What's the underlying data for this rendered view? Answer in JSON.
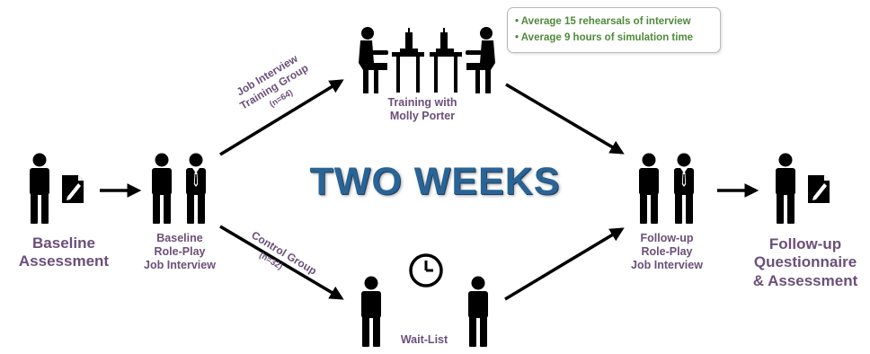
{
  "title": "TWO WEEKS",
  "baseline": {
    "line1": "Baseline",
    "line2": "Assessment"
  },
  "baseline_roleplay": {
    "line1": "Baseline",
    "line2": "Role-Play",
    "line3": "Job Interview"
  },
  "training_group": {
    "line1": "Job Interview",
    "line2": "Training Group",
    "n": "(n=64)"
  },
  "control_group": {
    "line1": "Control Group",
    "n": "(n=32)"
  },
  "training": {
    "line1": "Training with",
    "line2": "Molly Porter"
  },
  "waitlist": {
    "label": "Wait-List"
  },
  "followup_roleplay": {
    "line1": "Follow-up",
    "line2": "Role-Play",
    "line3": "Job Interview"
  },
  "followup": {
    "line1": "Follow-up",
    "line2": "Questionnaire",
    "line3": "& Assessment"
  },
  "notes": [
    "• Average 15 rehearsals of interview",
    "• Average 9 hours of simulation time"
  ],
  "colors": {
    "label": "#6b4f7a",
    "title": "#2a6496",
    "note_text": "#4f8a3a",
    "figure": "#000000"
  }
}
